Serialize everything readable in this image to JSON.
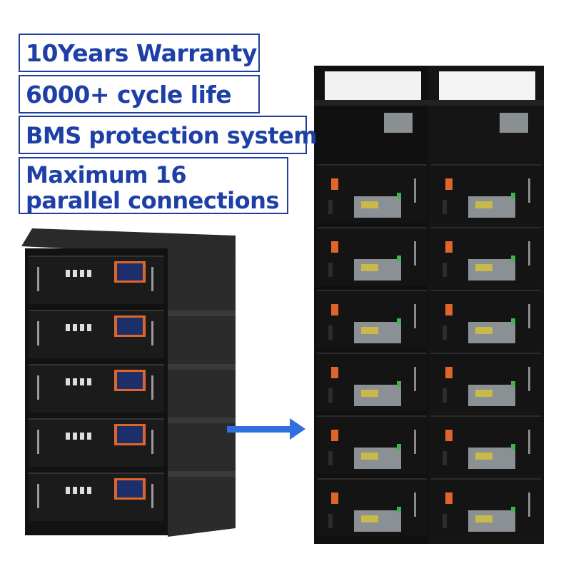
{
  "features": [
    {
      "id": "f1",
      "label": "10Years Warranty"
    },
    {
      "id": "f2",
      "label": "6000+ cycle life"
    },
    {
      "id": "f3",
      "label": "BMS protection system"
    },
    {
      "id": "f4",
      "label": "Maximum 16 parallel connections"
    }
  ],
  "colors": {
    "text": "#1d3fa6",
    "border": "#1f3f9c",
    "arrow": "#2f6fe0",
    "cabinet": "#141414",
    "accent_orange": "#e0652b"
  },
  "icons": [
    "arrow-right-icon"
  ]
}
